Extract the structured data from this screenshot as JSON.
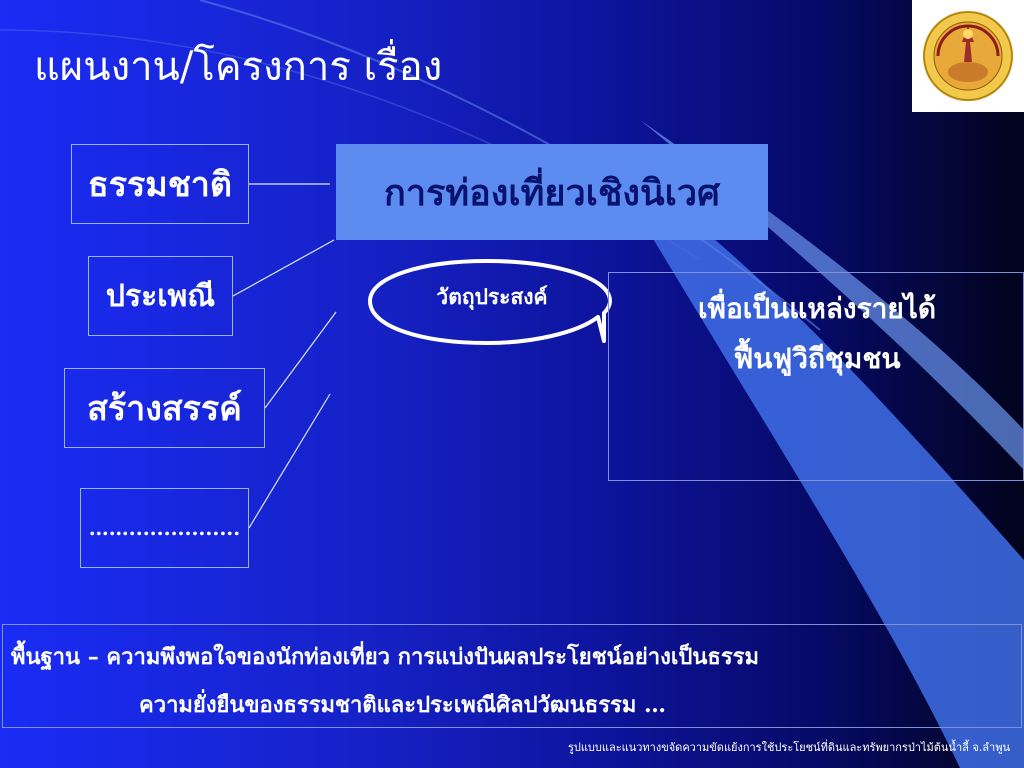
{
  "slide": {
    "title": "แผนงาน/โครงการ เรื่อง",
    "logo_icon": "seal-logo",
    "main_topic": "การท่องเที่ยวเชิงนิเวศ",
    "components": [
      "ธรรมชาติ",
      "ประเพณี",
      "สร้างสรรค์",
      "……................"
    ],
    "objective_label": "วัตถุประสงค์",
    "objective_lines": [
      "เพื่อเป็นแหล่งรายได้",
      "ฟื้นฟูวิถีชุมชน"
    ],
    "basis_lines": [
      "พื้นฐาน – ความพึงพอใจของนักท่องเที่ยว การแบ่งปันผลประโยชน์อย่างเป็นธรรม",
      "ความยั่งยืนของธรรมชาติและประเพณีศิลปวัฒนธรรม …"
    ],
    "footer": "รูปแบบและแนวทางขจัดความขัดแย้งการใช้ประโยชน์ที่ดินและทรัพยากรป่าไม้ต้นน้ำลี้ จ.ลำพูน"
  },
  "colors": {
    "background_start": "#1a2cf5",
    "background_end": "#02031c",
    "topic_box": "#5d8cf0",
    "topic_text": "#0a1270",
    "accent_light": "#7fa8ff"
  }
}
